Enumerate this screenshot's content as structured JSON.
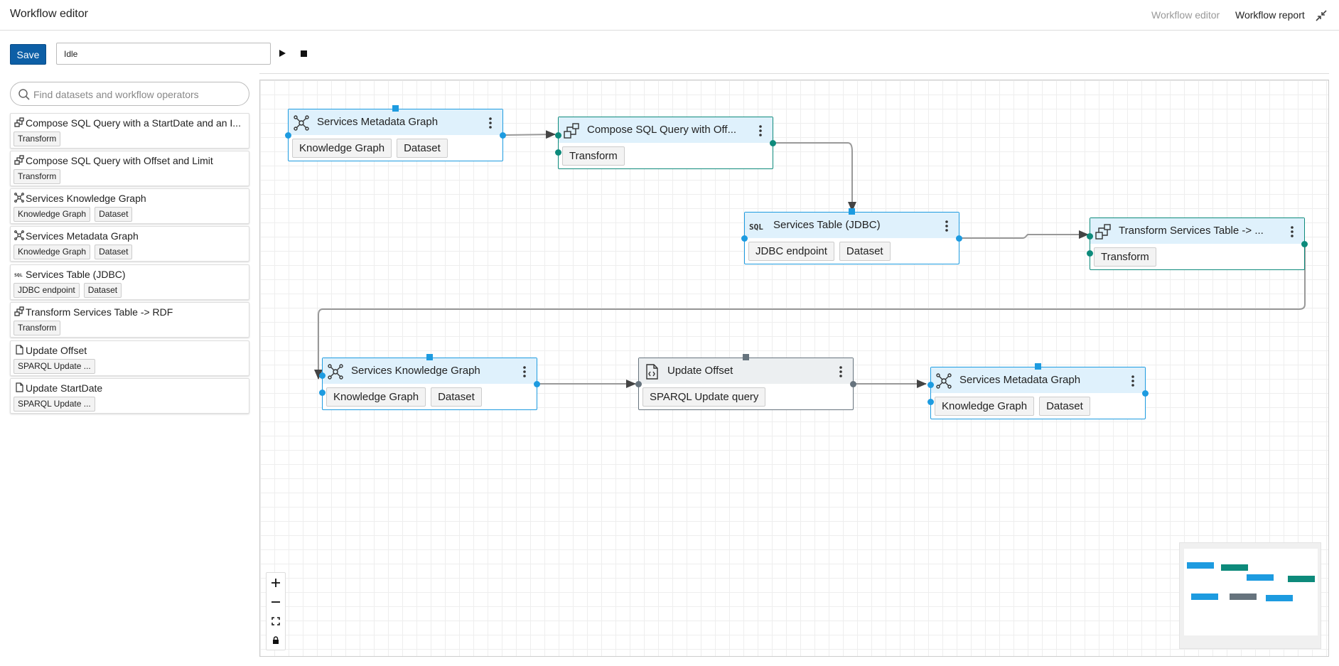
{
  "header": {
    "title": "Workflow editor",
    "nav": {
      "editor": "Workflow editor",
      "report": "Workflow report"
    }
  },
  "toolbar": {
    "save_label": "Save",
    "status_value": "Idle"
  },
  "sidebar": {
    "search_placeholder": "Find datasets and workflow operators",
    "items": [
      {
        "title": "Compose SQL Query with a StartDate and an I...",
        "icon": "transform-icon",
        "tags": [
          "Transform"
        ]
      },
      {
        "title": "Compose SQL Query with Offset and Limit",
        "icon": "transform-icon",
        "tags": [
          "Transform"
        ]
      },
      {
        "title": "Services Knowledge Graph",
        "icon": "knowledge-graph-icon",
        "tags": [
          "Knowledge Graph",
          "Dataset"
        ]
      },
      {
        "title": "Services Metadata Graph",
        "icon": "knowledge-graph-icon",
        "tags": [
          "Knowledge Graph",
          "Dataset"
        ]
      },
      {
        "title": "Services Table (JDBC)",
        "icon": "sql-icon",
        "tags": [
          "JDBC endpoint",
          "Dataset"
        ]
      },
      {
        "title": "Transform Services Table -> RDF",
        "icon": "transform-icon",
        "tags": [
          "Transform"
        ]
      },
      {
        "title": "Update Offset",
        "icon": "file-code-icon",
        "tags": [
          "SPARQL Update ..."
        ]
      },
      {
        "title": "Update StartDate",
        "icon": "file-code-icon",
        "tags": [
          "SPARQL Update ..."
        ]
      }
    ]
  },
  "canvas": {
    "nodes": [
      {
        "title": "Services Metadata Graph",
        "type": "dataset",
        "icon": "knowledge-graph-icon",
        "tags": [
          "Knowledge Graph",
          "Dataset"
        ]
      },
      {
        "title": "Compose SQL Query with Off...",
        "type": "transform",
        "icon": "transform-icon",
        "tags": [
          "Transform"
        ]
      },
      {
        "title": "Services Table (JDBC)",
        "type": "dataset",
        "icon": "sql-icon",
        "tags": [
          "JDBC endpoint",
          "Dataset"
        ]
      },
      {
        "title": "Transform Services Table -> ...",
        "type": "transform",
        "icon": "transform-icon",
        "tags": [
          "Transform"
        ]
      },
      {
        "title": "Services Knowledge Graph",
        "type": "dataset",
        "icon": "knowledge-graph-icon",
        "tags": [
          "Knowledge Graph",
          "Dataset"
        ]
      },
      {
        "title": "Update Offset",
        "type": "task",
        "icon": "file-code-icon",
        "tags": [
          "SPARQL Update query"
        ]
      },
      {
        "title": "Services Metadata Graph",
        "type": "dataset",
        "icon": "knowledge-graph-icon",
        "tags": [
          "Knowledge Graph",
          "Dataset"
        ]
      }
    ]
  },
  "colors": {
    "dataset": "#1d9be0",
    "transform": "#0d8a7b",
    "task": "#66737d",
    "save": "#0d5fa6",
    "edge": "#999999"
  }
}
